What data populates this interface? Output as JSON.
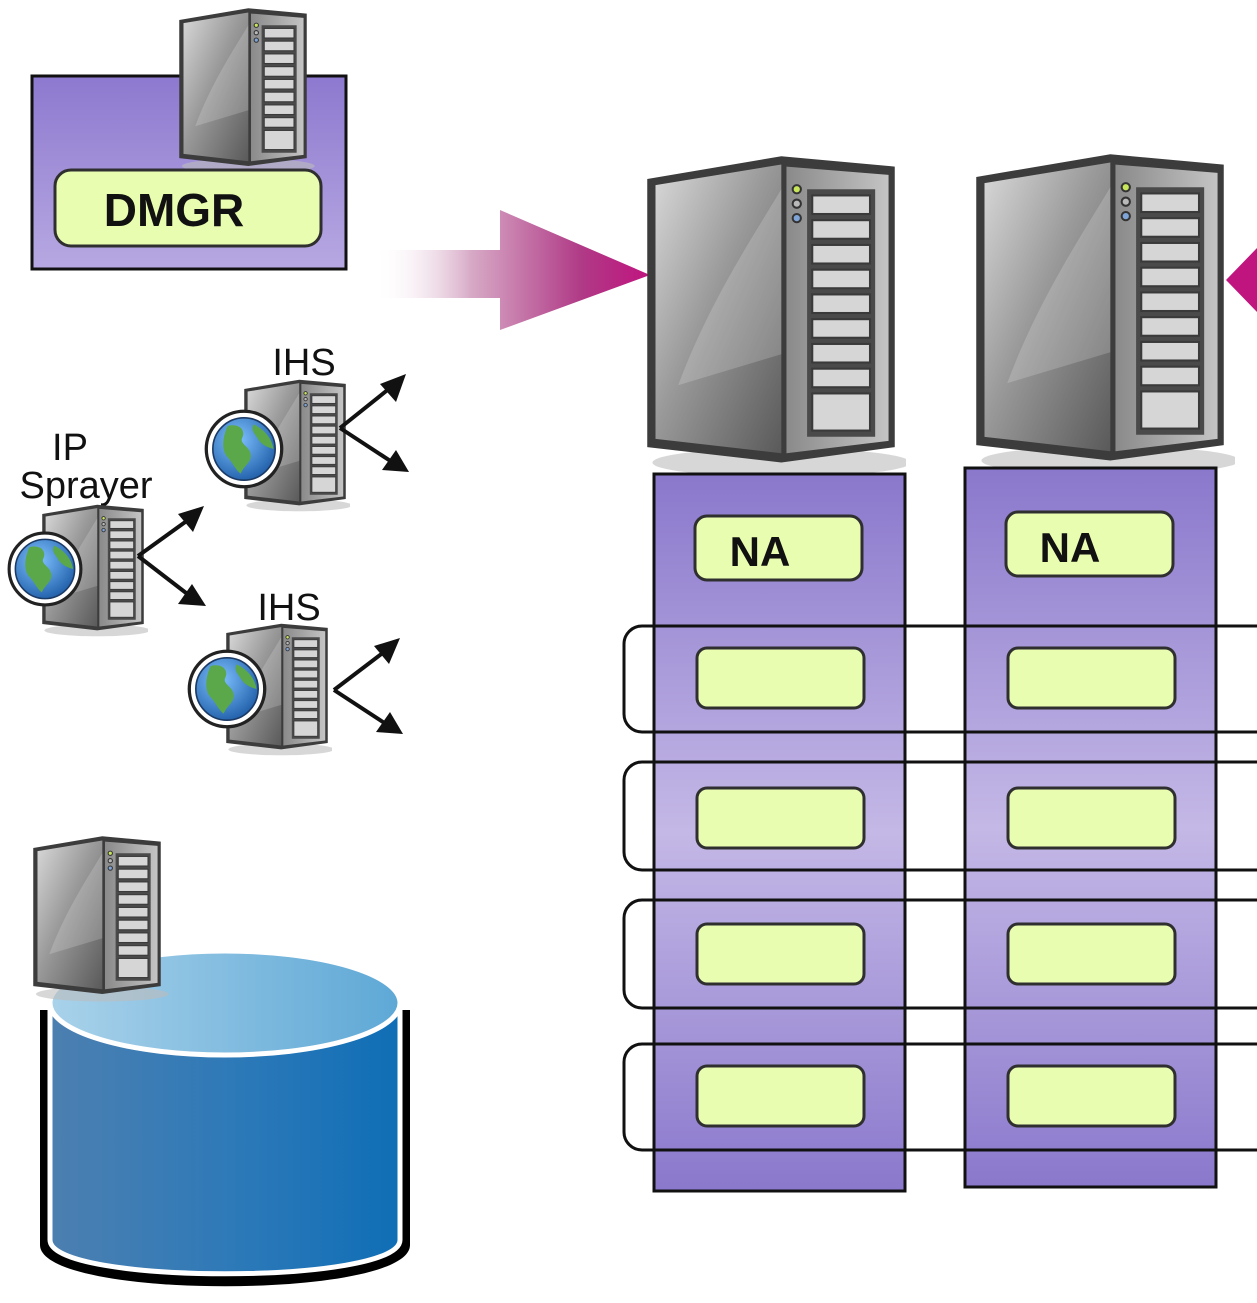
{
  "dmgr": {
    "label": "DMGR"
  },
  "ihs_top": {
    "label": "IHS"
  },
  "ihs_bottom": {
    "label": "IHS"
  },
  "ip_sprayer": {
    "line1": "IP",
    "line2": "Sprayer"
  },
  "node_left": {
    "label": "NA"
  },
  "node_right": {
    "label": "NA"
  },
  "colors": {
    "purple": "#8e7ccf",
    "purple_light": "#c3b8e4",
    "green": "#e8fdb0",
    "green_border": "#3b3b3b",
    "magenta": "#c0147f",
    "db_blue": "#1f6fae"
  },
  "icons": [
    "server-icon",
    "globe-icon",
    "arrow-icon",
    "database-icon"
  ]
}
